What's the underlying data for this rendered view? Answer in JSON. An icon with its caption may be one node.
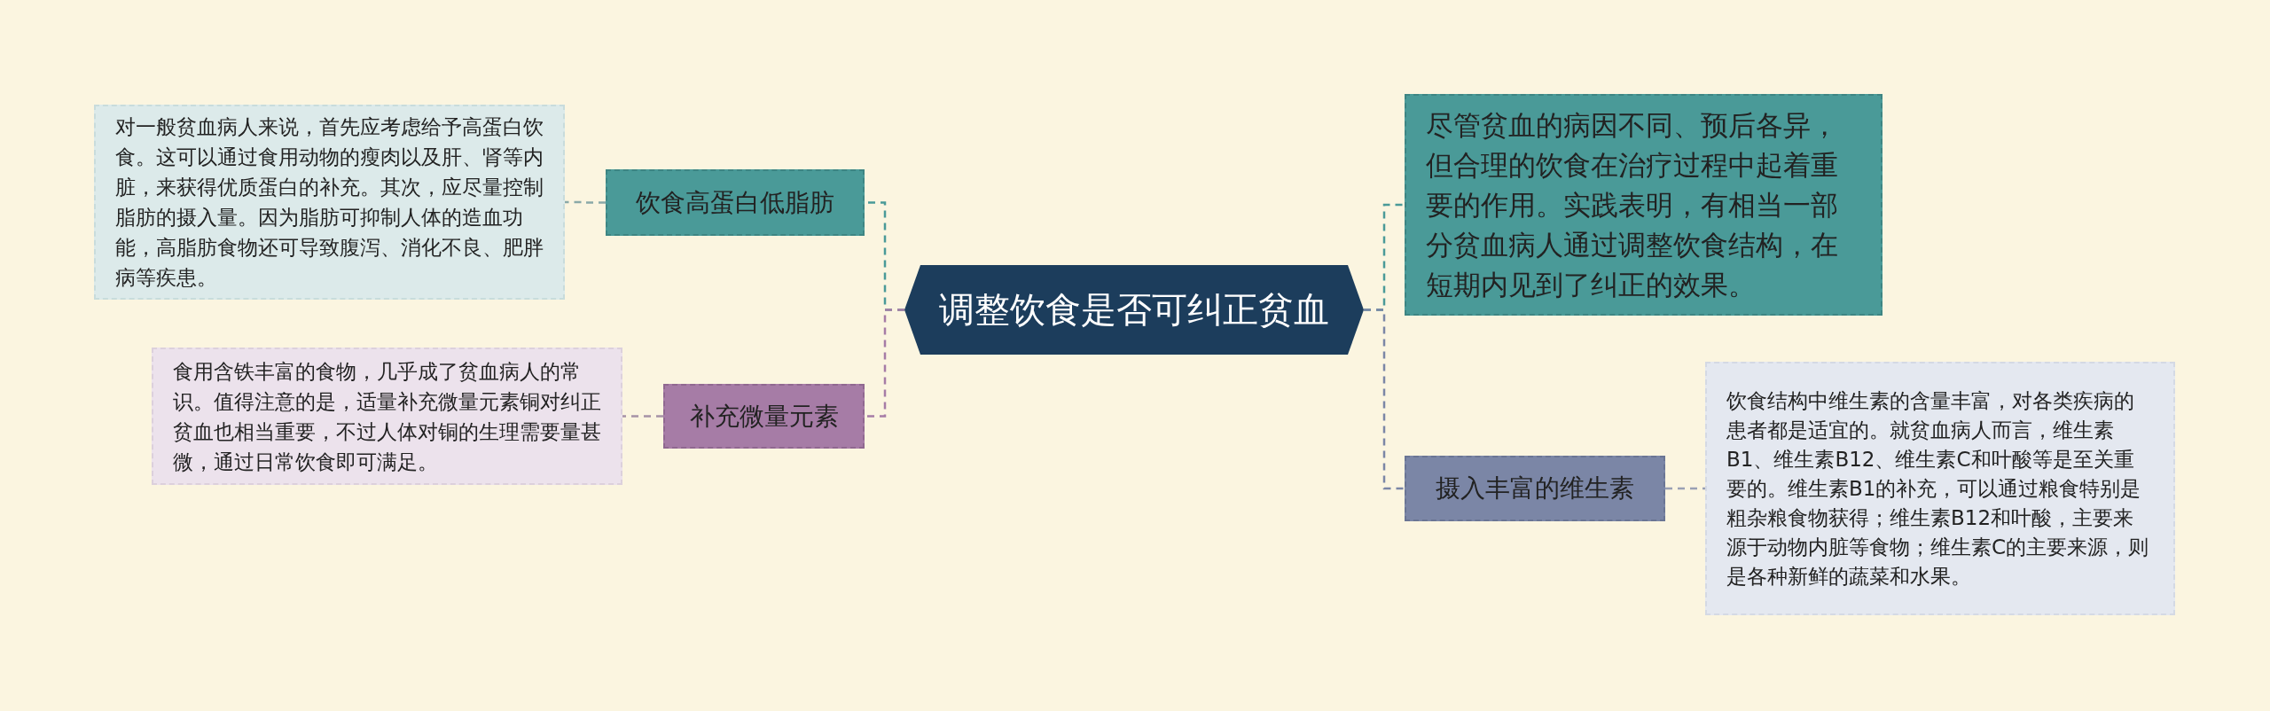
{
  "diagram": {
    "nodes": [
      {
        "text": [
          "调整饮食是否可纠正贫血"
        ]
      },
      {
        "text": [
          "饮食高蛋白低脂肪"
        ]
      },
      {
        "text": [
          "对一般贫血病人来说，首先应考虑给予高蛋白饮食。这可以通过食用动物的瘦肉以及肝、肾等内脏，来获得优质蛋白的补充。其次，应尽量控制脂肪的摄入量。因为脂肪可抑制人体的造血功能，高脂肪食物还可导致腹泻、消化不良、肥胖病等疾患。"
        ]
      },
      {
        "text": [
          "补充微量元素"
        ]
      },
      {
        "text": [
          "食用含铁丰富的食物，几乎成了贫血病人的常识。值得注意的是，适量补充微量元素铜对纠正贫血也相当重要，不过人体对铜的生理需要量甚微，通过日常饮食即可满足。"
        ]
      },
      {
        "text": [
          "尽管贫血的病因不同、预后各异，但合理的饮食在治疗过程中起着重要的作用。实践表明，有相当一部分贫血病人通过调整饮食结构，在短期内见到了纠正的效果。"
        ]
      },
      {
        "text": [
          "摄入丰富的维生素"
        ]
      },
      {
        "text": [
          "饮食结构中维生素的含量丰富，对各类疾病的患者都是适宜的。就贫血病人而言，维生素B1、维生素B12、维生素C和叶酸等是至关重要的。维生素B1的补充，可以通过粮食特别是粗杂粮食物获得；维生素B12和叶酸，主要来源于动物内脏等食物；维生素C的主要来源，则是各种新鲜的蔬菜和水果。"
        ]
      }
    ],
    "edges": [
      {
        "from": 0,
        "to": 1,
        "arrow": "none",
        "style": "dashed",
        "color": "#4a9a98"
      },
      {
        "from": 1,
        "to": 2,
        "arrow": "none",
        "style": "dashed",
        "color": "#8aa9a8"
      },
      {
        "from": 0,
        "to": 3,
        "arrow": "none",
        "style": "dashed",
        "color": "#a67ca6"
      },
      {
        "from": 3,
        "to": 4,
        "arrow": "none",
        "style": "dashed",
        "color": "#a692a6"
      },
      {
        "from": 0,
        "to": 5,
        "arrow": "none",
        "style": "dashed",
        "color": "#4a9a98"
      },
      {
        "from": 0,
        "to": 6,
        "arrow": "none",
        "style": "dashed",
        "color": "#7b86a6"
      },
      {
        "from": 6,
        "to": 7,
        "arrow": "none",
        "style": "dashed",
        "color": "#9aa0b4"
      }
    ]
  }
}
